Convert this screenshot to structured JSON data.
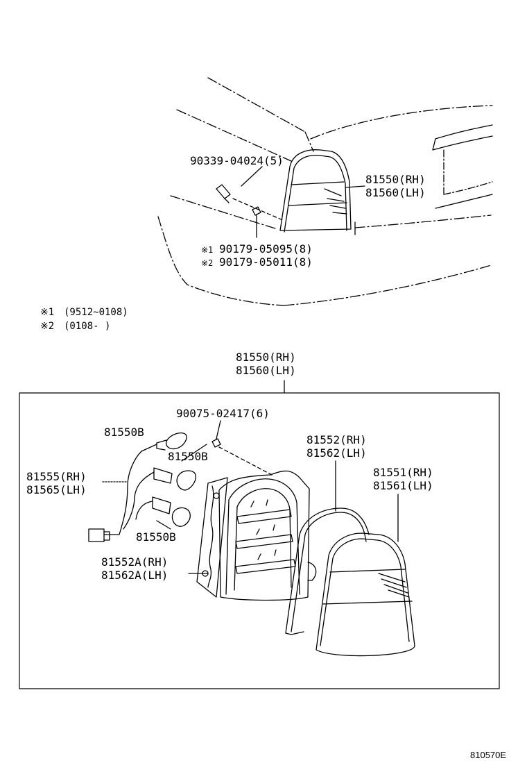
{
  "top_assembly": {
    "bulb_part": "90339-04024(5)",
    "lamp_rh": "81550(RH)",
    "lamp_lh": "81560(LH)",
    "screw_mark_1": "※1",
    "screw_part_1": "90179-05095(8)",
    "screw_mark_2": "※2",
    "screw_part_2": "90179-05011(8)"
  },
  "notes": {
    "n1_mark": "※1",
    "n1_range": "(9512~0108)",
    "n2_mark": "※2",
    "n2_range": "(0108-      )"
  },
  "exploded": {
    "header_rh": "81550(RH)",
    "header_lh": "81560(LH)",
    "screw": "90075-02417(6)",
    "socket_top": "81550B",
    "socket_mid": "81550B",
    "socket_bottom": "81550B",
    "harness_rh": "81555(RH)",
    "harness_lh": "81565(LH)",
    "gasket_rh": "81552(RH)",
    "gasket_lh": "81562(LH)",
    "lens_rh": "81551(RH)",
    "lens_lh": "81561(LH)",
    "housing_rh": "81552A(RH)",
    "housing_lh": "81562A(LH)"
  },
  "figure_code": "810570E"
}
